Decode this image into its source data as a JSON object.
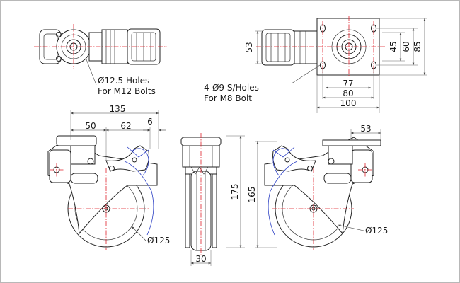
{
  "notes": {
    "holes_line1": "Ø12.5 Holes",
    "holes_line2": "For M12 Bolts",
    "shole_line1": "4-Ø9 S/Holes",
    "shole_line2": "For M8 Bolt"
  },
  "dims": {
    "d135": "135",
    "d50": "50",
    "d62": "62",
    "d6": "6",
    "d125_left": "Ø125",
    "d30": "30",
    "d175": "175",
    "d165": "165",
    "d53_right": "53",
    "d125_right": "Ø125",
    "d53_top": "53",
    "d77": "77",
    "d80": "80",
    "d100": "100",
    "d45": "45",
    "d60": "60",
    "d85": "85"
  },
  "colors": {
    "centerline": "#e0202a",
    "brake_outline": "#2b3fc4"
  }
}
